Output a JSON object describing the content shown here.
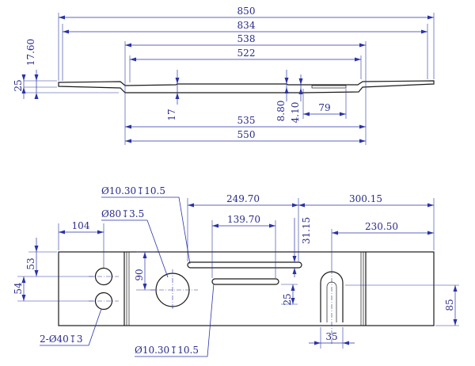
{
  "top_view": {
    "dims": {
      "d850": "850",
      "d834": "834",
      "d538": "538",
      "d522": "522",
      "d17_60": "17.60",
      "d25": "25",
      "d17": "17",
      "d8_80": "8.80",
      "d4_10": "4.10",
      "d79": "79",
      "d535": "535",
      "d550": "550"
    }
  },
  "front_view": {
    "dims": {
      "d249_70": "249.70",
      "d139_70": "139.70",
      "d300_15": "300.15",
      "d230_50": "230.50",
      "d31_15": "31.15",
      "d104": "104",
      "d53": "53",
      "d54": "54",
      "d90": "90",
      "d25": "25",
      "d85": "85",
      "d35": "35"
    },
    "callouts": {
      "slot_top": "Ø10.30↧10.5",
      "pocket": "Ø80↧3.5",
      "holes": "2-Ø40↧3",
      "slot_bottom": "Ø10.30↧10.5"
    }
  }
}
